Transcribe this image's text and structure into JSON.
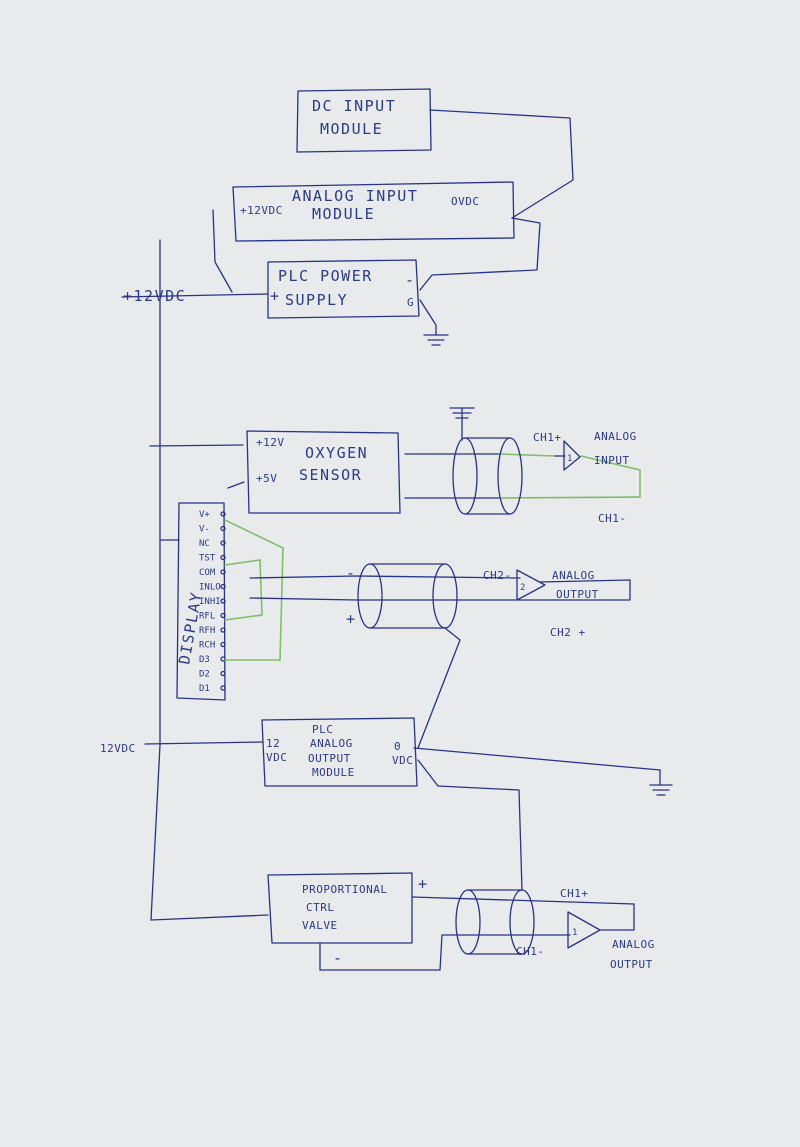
{
  "blocks": {
    "dc_input": [
      "DC INPUT",
      "MODULE"
    ],
    "analog_input": [
      "ANALOG INPUT",
      "MODULE"
    ],
    "analog_input_pos": "+12VDC",
    "analog_input_neg": "OVDC",
    "power_supply": [
      "PLC POWER",
      "SUPPLY"
    ],
    "power_supply_plus": "+",
    "power_supply_minus": "-",
    "power_supply_g": "G",
    "oxygen_sensor": [
      "OXYGEN",
      "SENSOR"
    ],
    "oxygen_12v": "+12V",
    "oxygen_5v": "+5V",
    "display": "DISPLAY",
    "display_pins": [
      "V+",
      "V-",
      "NC",
      "TST",
      "COM",
      "INLO",
      "INHI",
      "RFL",
      "RFH",
      "RCH",
      "D3",
      "D2",
      "D1"
    ],
    "analog_output": [
      "PLC",
      "ANALOG",
      "OUTPUT",
      "MODULE"
    ],
    "analog_output_pos": [
      "12",
      "VDC"
    ],
    "analog_output_neg": [
      "0",
      "VDC"
    ],
    "valve": [
      "PROPORTIONAL",
      "CTRL",
      "VALVE"
    ],
    "valve_plus": "+",
    "valve_minus": "-"
  },
  "labels": {
    "supply_top": "+12VDC",
    "supply_mid": "12VDC",
    "ch1_plus": "CH1+",
    "ch1_minus": "CH1-",
    "analog_input_amp": [
      "ANALOG",
      "INPUT"
    ],
    "amp1": "1",
    "ch2_minus": "CH2-",
    "ch2_plus": "CH2 +",
    "analog_output_amp": [
      "ANALOG",
      "OUTPUT"
    ],
    "amp2": "2",
    "ch1b_plus": "CH1+",
    "ch1b_minus": "CH1-",
    "analog_output_amp2": [
      "ANALOG",
      "OUTPUT"
    ],
    "amp3": "1",
    "cable_plus": "+",
    "cable_minus": "-"
  },
  "colors": {
    "ink": "#27338a",
    "shield_wire": "#7fbf6a",
    "paper": "#e9eaec"
  }
}
